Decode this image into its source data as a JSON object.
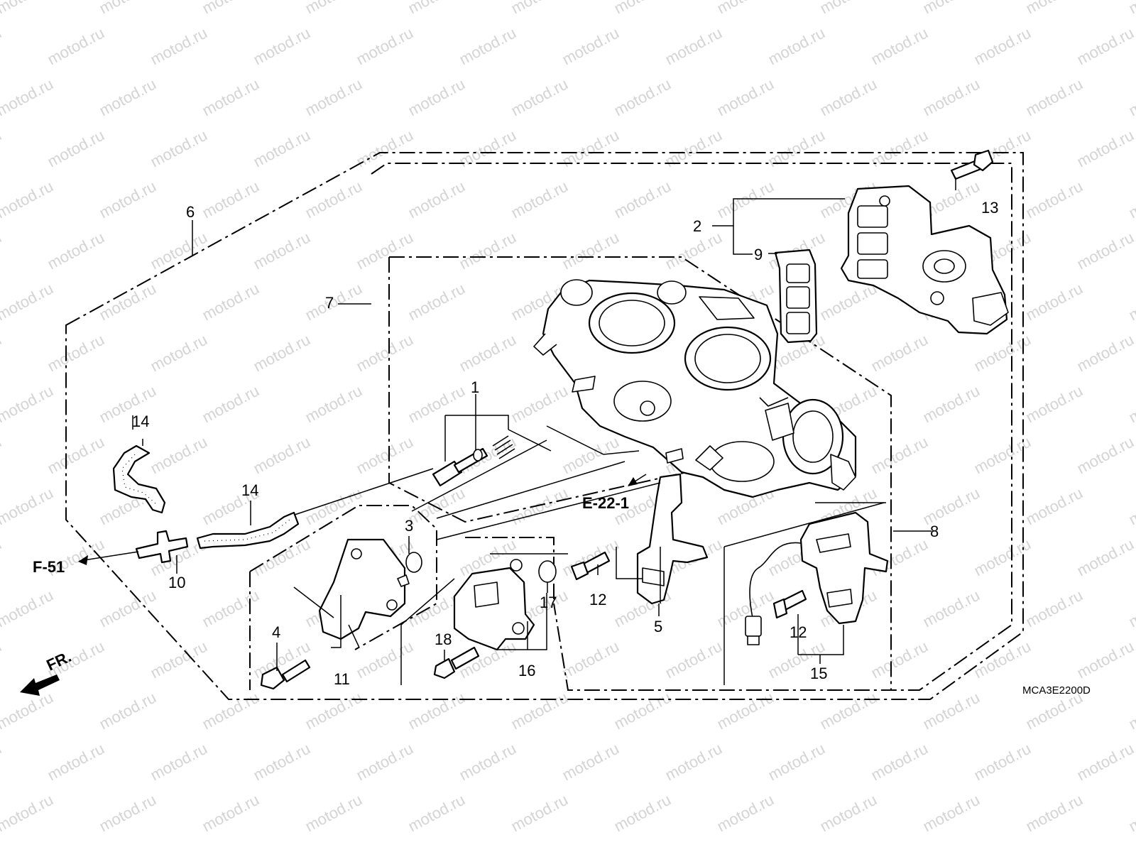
{
  "watermark": {
    "text": "motod.ru",
    "color": "#d4d4d4"
  },
  "callouts": {
    "n1": "1",
    "n2": "2",
    "n3": "3",
    "n4": "4",
    "n5": "5",
    "n6": "6",
    "n7": "7",
    "n8": "8",
    "n9": "9",
    "n10": "10",
    "n11": "11",
    "n12a": "12",
    "n12b": "12",
    "n13": "13",
    "n14a": "14",
    "n14b": "14",
    "n15": "15",
    "n16": "16",
    "n17": "17",
    "n18": "18"
  },
  "references": {
    "e": "E-22-1",
    "f": "F-51"
  },
  "direction": {
    "label": "FR."
  },
  "diagram_code": "MCA3E2200D"
}
